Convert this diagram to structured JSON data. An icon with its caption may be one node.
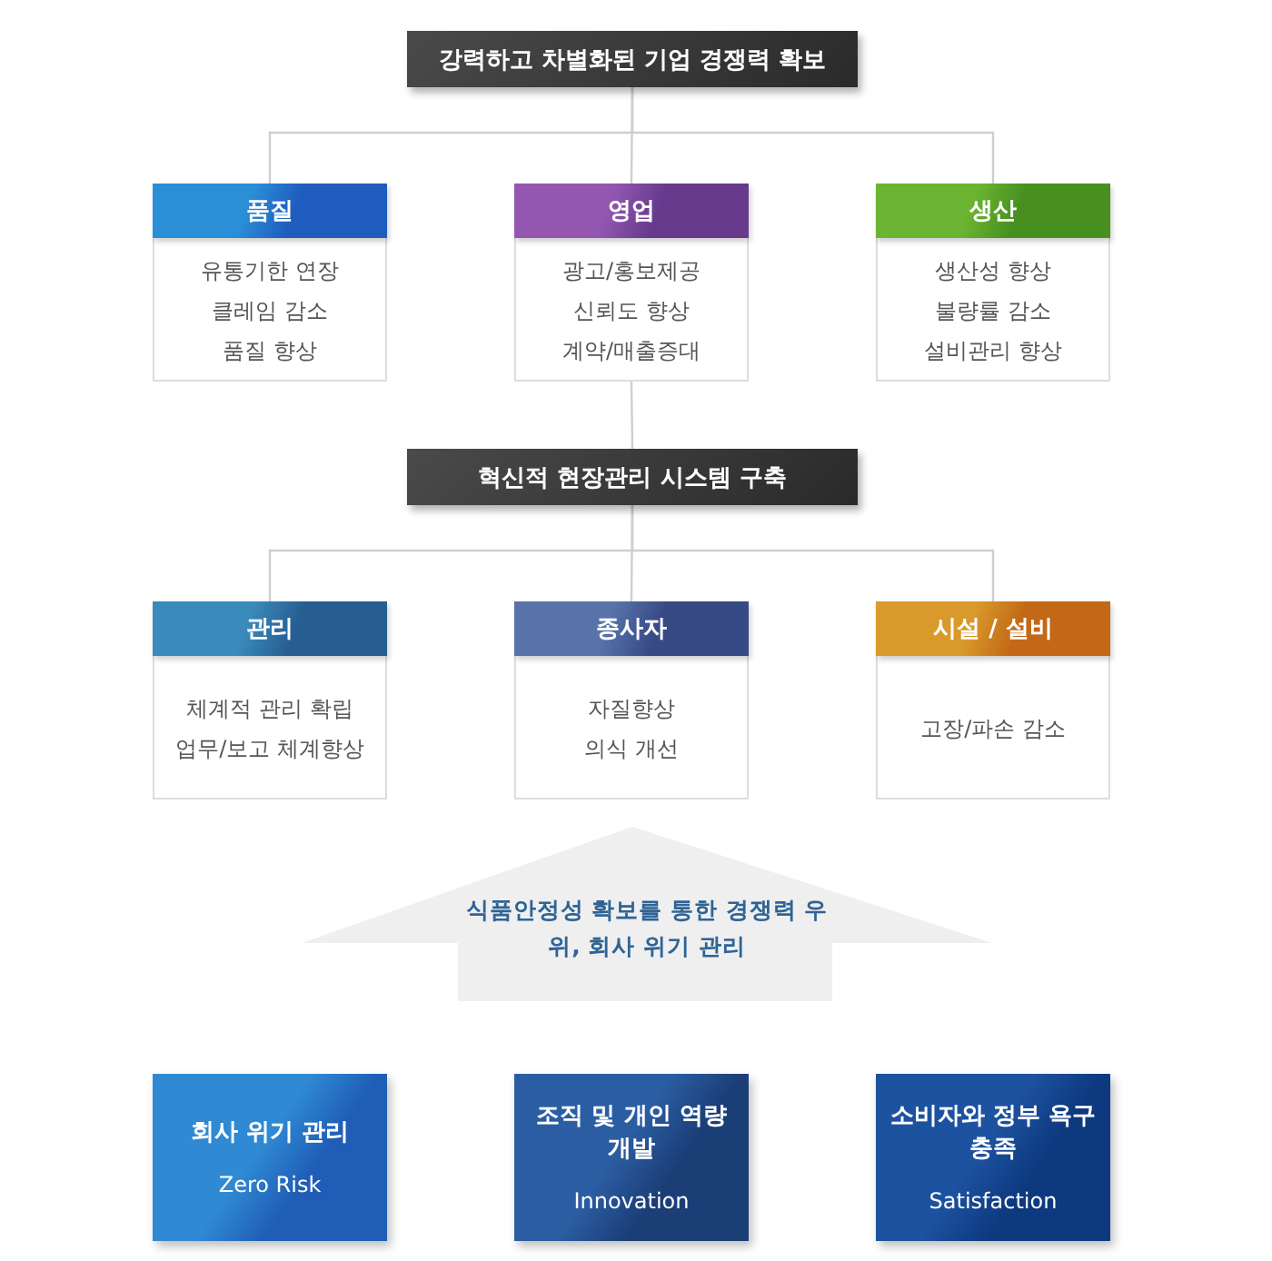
{
  "diagram": {
    "nodes": [
      {
        "text": [
          "강력하고 차별화된 기업 경쟁력 확보"
        ]
      },
      {
        "text": [
          "품질",
          "유통기한 연장",
          "클레임 감소",
          "품질 향상"
        ]
      },
      {
        "text": [
          "영업",
          "광고/홍보제공",
          "신뢰도 향상",
          "계약/매출증대"
        ]
      },
      {
        "text": [
          "생산",
          "생산성 향상",
          "불량률 감소",
          "설비관리 향상"
        ]
      },
      {
        "text": [
          "혁신적 현장관리 시스템 구축"
        ]
      },
      {
        "text": [
          "관리",
          "체계적 관리 확립",
          "업무/보고 체계향상"
        ]
      },
      {
        "text": [
          "종사자",
          "자질향상",
          "의식 개선"
        ]
      },
      {
        "text": [
          "시설 / 설비",
          "고장/파손 감소"
        ]
      },
      {
        "text": [
          "식품안정성 확보를 통한 경쟁력 우위, 회사 위기 관리"
        ]
      },
      {
        "text": [
          "회사 위기 관리",
          "Zero Risk"
        ]
      },
      {
        "text": [
          "조직 및 개인 역량 개발",
          "Innovation"
        ]
      },
      {
        "text": [
          "소비자와 정부 욕구 충족",
          "Satisfaction"
        ]
      }
    ],
    "edges": [
      {
        "from": 0,
        "to": 1,
        "arrow": "none"
      },
      {
        "from": 0,
        "to": 2,
        "arrow": "none"
      },
      {
        "from": 0,
        "to": 3,
        "arrow": "none"
      },
      {
        "from": 2,
        "to": 4,
        "arrow": "none"
      },
      {
        "from": 4,
        "to": 5,
        "arrow": "none"
      },
      {
        "from": 4,
        "to": 6,
        "arrow": "none"
      },
      {
        "from": 4,
        "to": 7,
        "arrow": "none"
      }
    ]
  }
}
